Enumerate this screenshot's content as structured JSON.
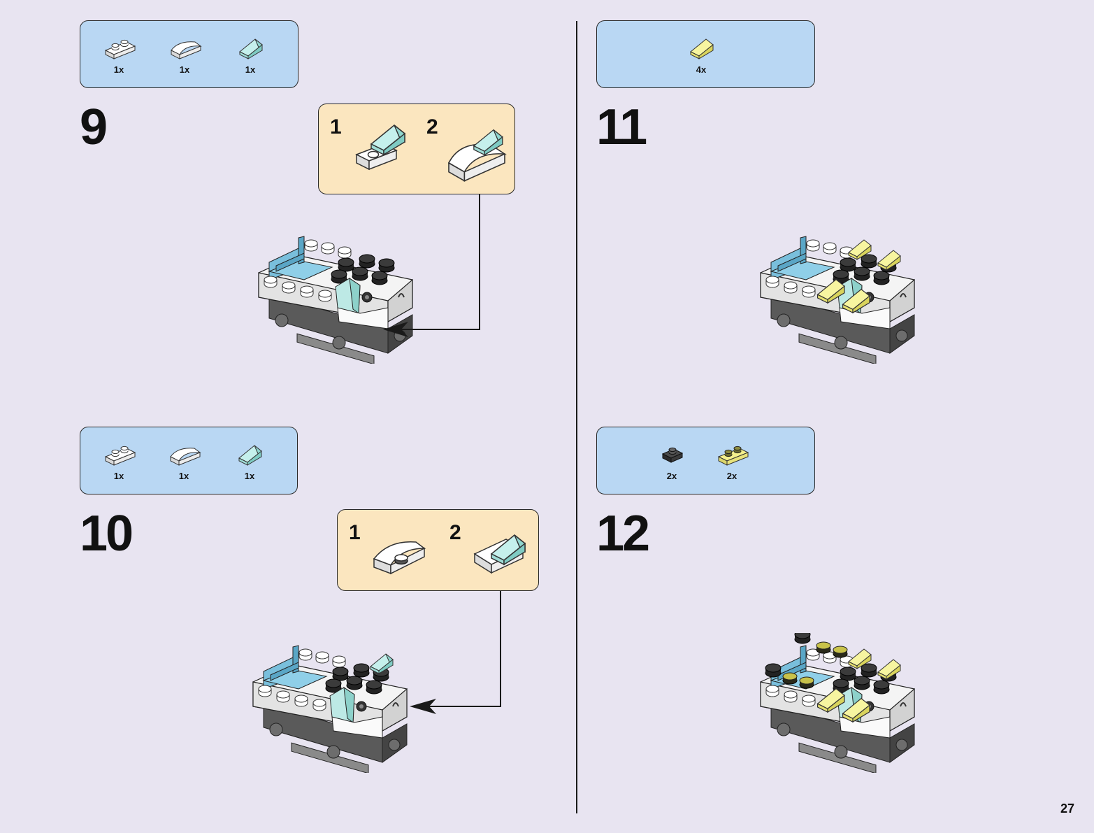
{
  "page_number": "27",
  "steps": [
    {
      "number": "9",
      "parts": [
        {
          "icon": "white-plate-1x2-icon",
          "qty": "1x"
        },
        {
          "icon": "white-curved-slope-icon",
          "qty": "1x"
        },
        {
          "icon": "trans-clear-slope-icon",
          "qty": "1x"
        }
      ],
      "substeps": [
        "1",
        "2"
      ]
    },
    {
      "number": "10",
      "parts": [
        {
          "icon": "white-plate-1x2-icon",
          "qty": "1x"
        },
        {
          "icon": "white-curved-slope-icon",
          "qty": "1x"
        },
        {
          "icon": "trans-clear-slope-icon",
          "qty": "1x"
        }
      ],
      "substeps": [
        "1",
        "2"
      ]
    },
    {
      "number": "11",
      "parts": [
        {
          "icon": "trans-yellow-slope-icon",
          "qty": "4x"
        }
      ]
    },
    {
      "number": "12",
      "parts": [
        {
          "icon": "black-tile-1x1-icon",
          "qty": "2x"
        },
        {
          "icon": "yellow-plate-1x2-icon",
          "qty": "2x"
        }
      ]
    }
  ],
  "colors": {
    "background": "#e8e4f1",
    "parts_box": "#b9d7f3",
    "substep_box": "#fbe6bf",
    "trans_clear": "#a8e0dc",
    "trans_yellow": "#f2ee8a",
    "medium_azure": "#7cc3e0"
  }
}
